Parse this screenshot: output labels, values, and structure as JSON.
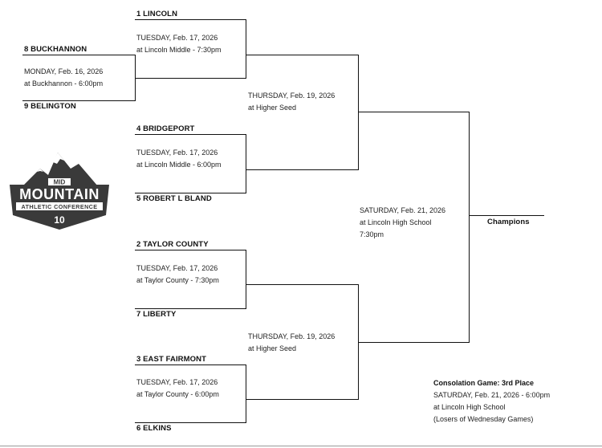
{
  "bracket": {
    "teams": {
      "lincoln": "1   LINCOLN",
      "buckhannon": "8   BUCKHANNON",
      "belington": "9   BELINGTON",
      "bridgeport": "4  BRIDGEPORT",
      "robert_bland": "5   ROBERT L BLAND",
      "taylor_county": "2   TAYLOR COUNTY",
      "liberty": "7   LIBERTY",
      "east_fairmont": "3   EAST FAIRMONT",
      "elkins": "6   ELKINS"
    },
    "games": {
      "play_in": {
        "date": "MONDAY, Feb. 16, 2026",
        "location": "at Buckhannon - 6:00pm"
      },
      "qf1": {
        "date": "TUESDAY, Feb. 17, 2026",
        "location": "at Lincoln Middle - 7:30pm"
      },
      "qf2": {
        "date": "TUESDAY, Feb. 17, 2026",
        "location": "at Lincoln Middle - 6:00pm"
      },
      "qf3": {
        "date": "TUESDAY, Feb. 17, 2026",
        "location": "at Taylor County - 7:30pm"
      },
      "qf4": {
        "date": "TUESDAY, Feb. 17, 2026",
        "location": "at Taylor County - 6:00pm"
      },
      "sf1": {
        "date": "THURSDAY, Feb. 19, 2026",
        "location": "at Higher Seed"
      },
      "sf2": {
        "date": "THURSDAY, Feb. 19, 2026",
        "location": "at Higher Seed"
      },
      "final": {
        "date": "SATURDAY, Feb. 21, 2026",
        "location": "at Lincoln High School",
        "time": "7:30pm"
      }
    },
    "champions_label": "Champions",
    "consolation": {
      "title": "Consolation Game: 3rd Place",
      "date": "SATURDAY, Feb. 21, 2026 - 6:00pm",
      "location": "at Lincoln High School",
      "note": "(Losers of  Wednesday Games)"
    }
  },
  "logo": {
    "line1": "MID",
    "line2": "MOUNTAIN",
    "line3": "ATHLETIC CONFERENCE",
    "line4": "10",
    "colors": {
      "dark": "#3a3a3a",
      "light": "#ffffff"
    }
  }
}
